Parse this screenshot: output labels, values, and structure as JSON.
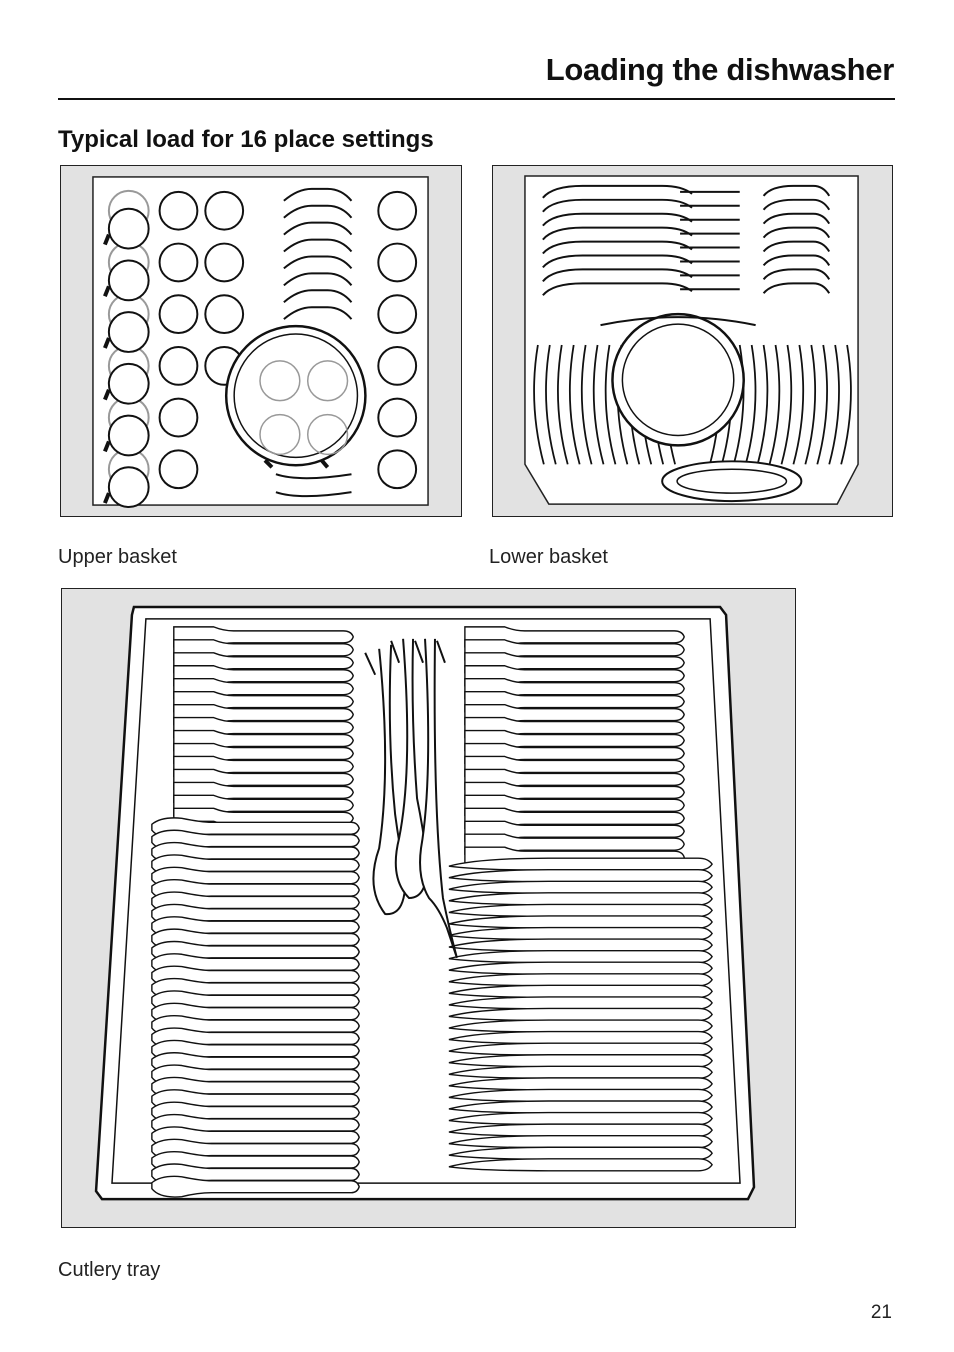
{
  "header": {
    "title": "Loading the dishwasher"
  },
  "section": {
    "heading": "Typical load for 16 place settings"
  },
  "figures": {
    "upper_basket_caption": "Upper basket",
    "lower_basket_caption": "Lower basket",
    "cutlery_tray_caption": "Cutlery tray"
  },
  "footer": {
    "page_number": "21"
  }
}
